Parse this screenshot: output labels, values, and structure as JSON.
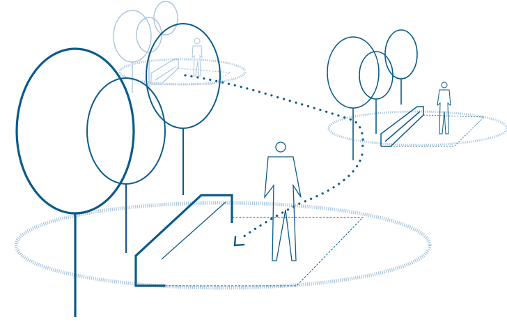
{
  "colors": {
    "primary": "#0b5a8a",
    "light": "#a8c4dd",
    "background": "#ffffff"
  },
  "scene": {
    "groups": [
      {
        "name": "back-left",
        "trees": 3,
        "benches": 1,
        "people": 1
      },
      {
        "name": "back-right",
        "trees": 3,
        "benches": 1,
        "people": 1
      },
      {
        "name": "front",
        "trees": 3,
        "benches": 1,
        "people": 1
      }
    ],
    "path": {
      "style": "dotted",
      "ends_with": "arrow"
    }
  }
}
